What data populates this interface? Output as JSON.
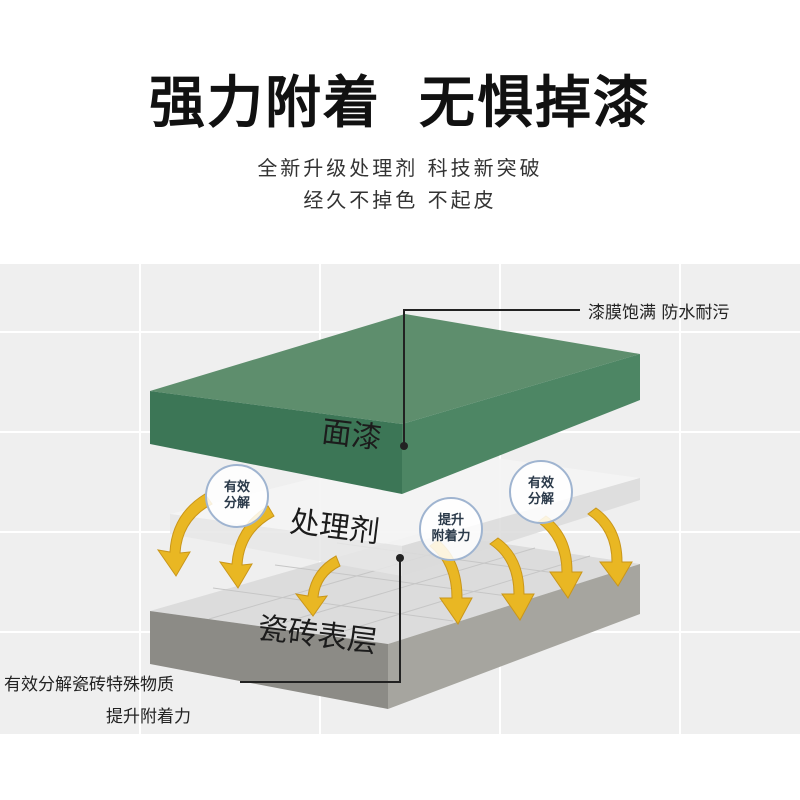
{
  "headline": {
    "left": "强力附着",
    "right": "无惧掉漆"
  },
  "subtitle": {
    "line1": "全新升级处理剂  科技新突破",
    "line2": "经久不掉色  不起皮"
  },
  "layers": {
    "top": "面漆",
    "middle": "处理剂",
    "bottom": "瓷砖表层"
  },
  "callouts": {
    "top_right": "漆膜饱满  防水耐污",
    "bottom_left_line1": "有效分解瓷砖特殊物质",
    "bottom_left_line2": "提升附着力"
  },
  "bubbles": [
    {
      "line1": "有效",
      "line2": "分解"
    },
    {
      "line1": "提升",
      "line2": "附着力"
    },
    {
      "line1": "有效",
      "line2": "分解"
    }
  ],
  "colors": {
    "paint_top": "#5f8f6e",
    "paint_front": "#3e7a58",
    "treatment": "#ececec",
    "tile": "#d8d8d8",
    "tile_front": "#8a8a86",
    "arrow": "#e9b723",
    "background": "#f0f0f0"
  },
  "icons": [
    "arrow-down-curved-icon",
    "bubble-icon"
  ]
}
